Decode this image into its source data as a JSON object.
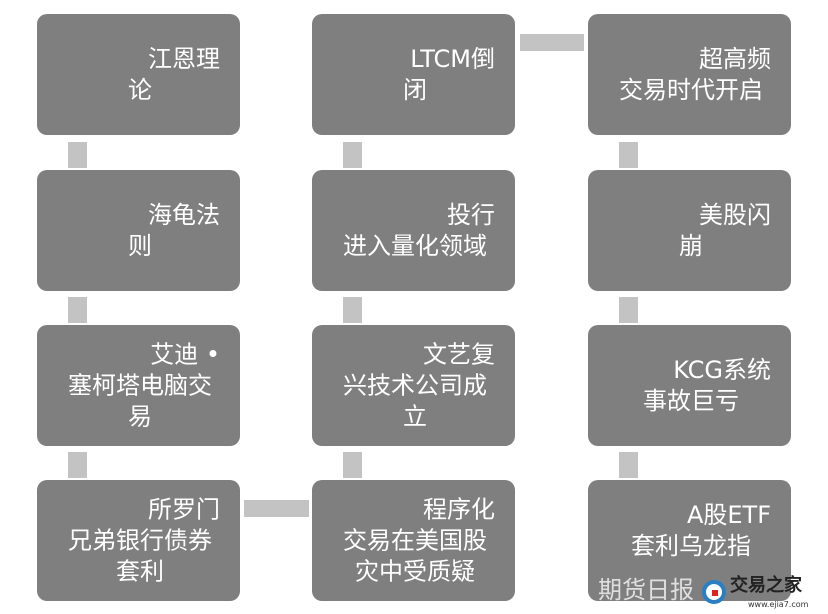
{
  "boxes": [
    {
      "lines": [
        "江恩理",
        "论"
      ]
    },
    {
      "lines": [
        "海龟法",
        "则"
      ]
    },
    {
      "lines": [
        "艾迪 •",
        "塞柯塔电脑交",
        "易"
      ]
    },
    {
      "lines": [
        "所罗门",
        "兄弟银行债券",
        "套利"
      ]
    },
    {
      "lines": [
        "程序化",
        "交易在美国股",
        "灾中受质疑"
      ]
    },
    {
      "lines": [
        "文艺复",
        "兴技术公司成",
        "立"
      ]
    },
    {
      "lines": [
        "投行",
        "进入量化领域"
      ]
    },
    {
      "lines": [
        "LTCM倒",
        "闭"
      ]
    },
    {
      "lines": [
        "超高频",
        "交易时代开启"
      ]
    },
    {
      "lines": [
        "美股闪",
        "崩"
      ]
    },
    {
      "lines": [
        "KCG系统",
        "事故巨亏"
      ]
    },
    {
      "lines": [
        "A股ETF",
        "套利乌龙指"
      ]
    }
  ],
  "watermark": {
    "wechat": "期货日报",
    "brand": "交易之家",
    "url": "www.ejia7.com"
  },
  "colors": {
    "box": "#7f7f7f",
    "connector": "#c3c3c3"
  }
}
